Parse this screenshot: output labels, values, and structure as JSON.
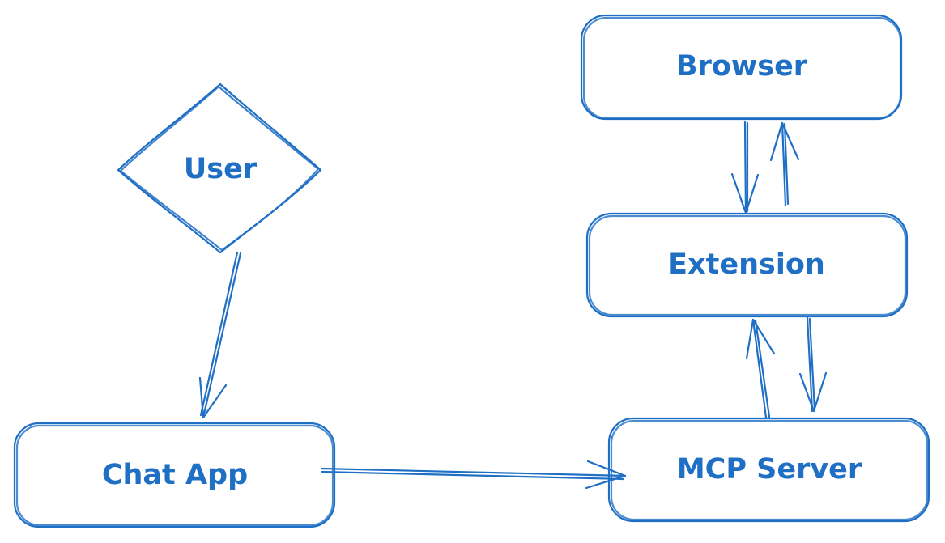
{
  "theme": {
    "stroke_color": "#1f6fc5",
    "text_color": "#1f6fc5",
    "background": "#ffffff"
  },
  "nodes": {
    "user": {
      "label": "User",
      "shape": "diamond"
    },
    "browser": {
      "label": "Browser",
      "shape": "rounded-rectangle"
    },
    "extension": {
      "label": "Extension",
      "shape": "rounded-rectangle"
    },
    "chat_app": {
      "label": "Chat App",
      "shape": "rounded-rectangle"
    },
    "mcp_server": {
      "label": "MCP Server",
      "shape": "rounded-rectangle"
    }
  },
  "edges": [
    {
      "from": "User",
      "to": "Chat App"
    },
    {
      "from": "Chat App",
      "to": "MCP Server"
    },
    {
      "from": "Browser",
      "to": "Extension"
    },
    {
      "from": "Extension",
      "to": "Browser"
    },
    {
      "from": "Extension",
      "to": "MCP Server"
    },
    {
      "from": "MCP Server",
      "to": "Extension"
    }
  ]
}
